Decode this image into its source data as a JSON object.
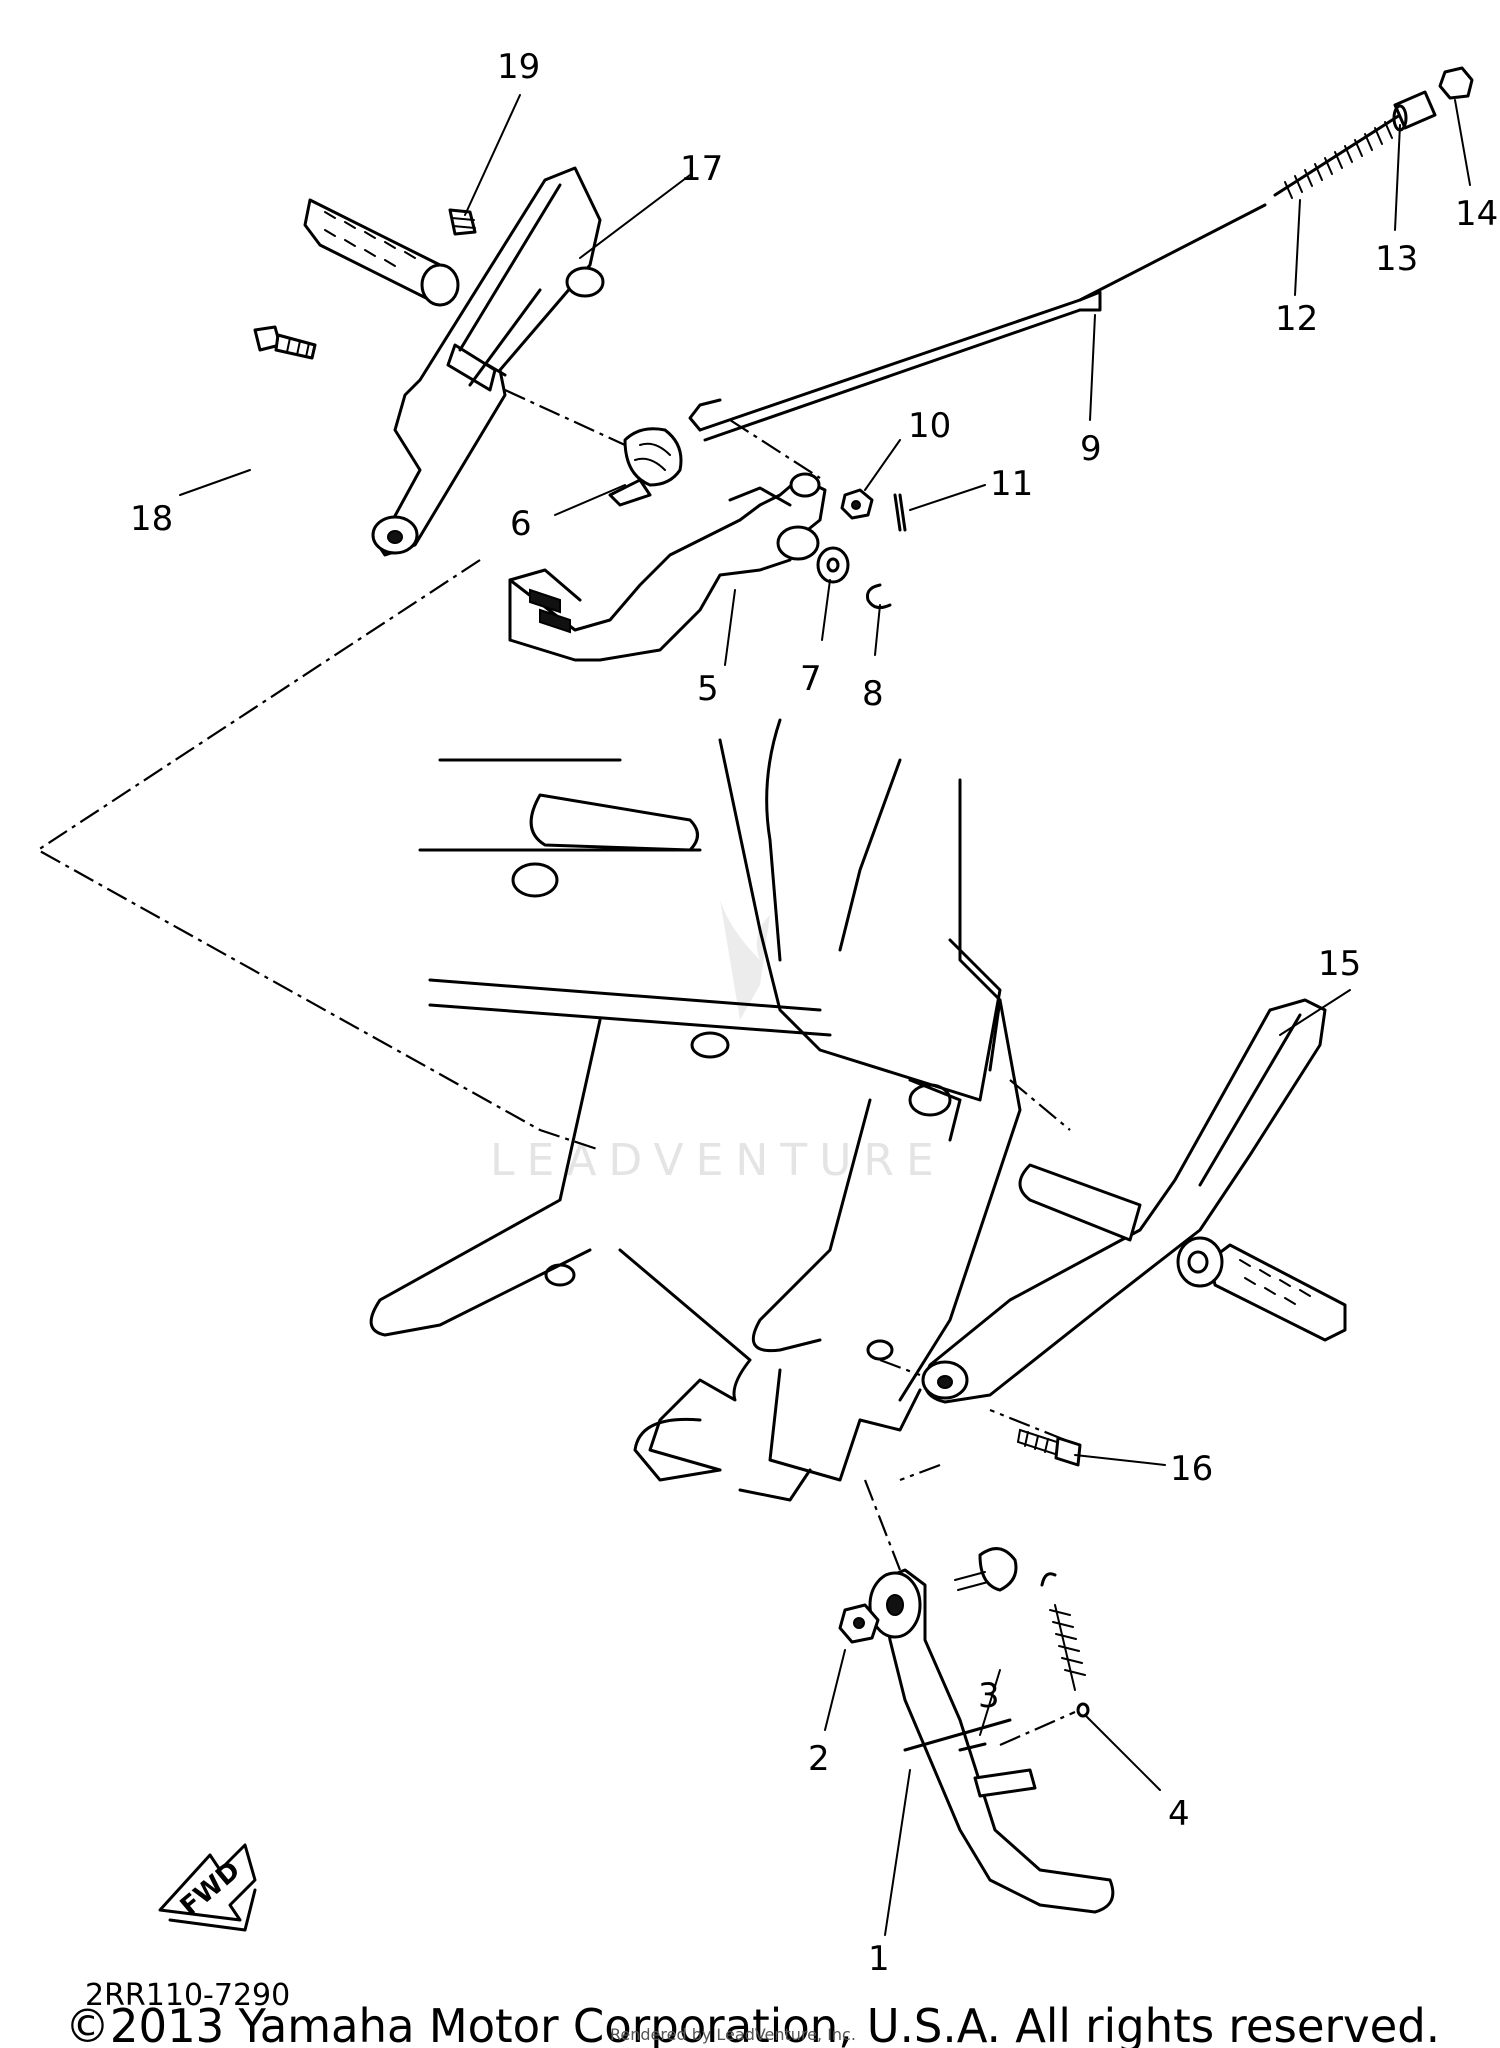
{
  "callouts": {
    "p1": "1",
    "p2": "2",
    "p3": "3",
    "p4": "4",
    "p5": "5",
    "p6": "6",
    "p7": "7",
    "p8": "8",
    "p9": "9",
    "p10": "10",
    "p11": "11",
    "p12": "12",
    "p13": "13",
    "p14": "14",
    "p15": "15",
    "p16": "16",
    "p17": "17",
    "p18": "18",
    "p19": "19"
  },
  "diagram_code": "2RR110-7290",
  "fwd_label": "FWD",
  "watermark": "LEADVENTURE",
  "copyright": "©2013 Yamaha Motor Corporation, U.S.A. All rights reserved.",
  "rendered_by": "Rendered by LeadVenture, Inc."
}
